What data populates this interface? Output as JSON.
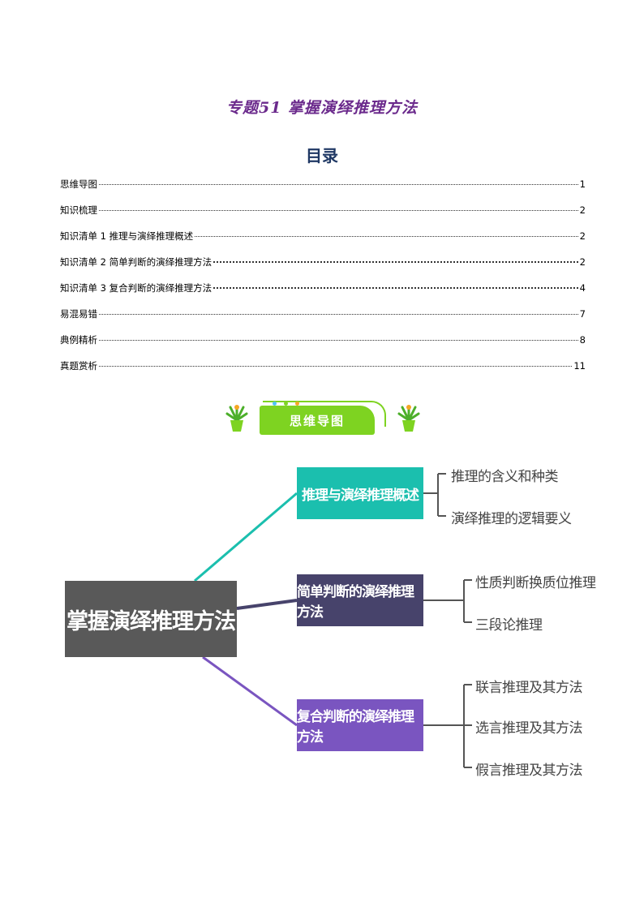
{
  "document": {
    "title": "专题51 掌握演绎推理方法",
    "toc_heading": "目录"
  },
  "toc": [
    {
      "label": "思维导图",
      "page": "1"
    },
    {
      "label": "知识梳理",
      "page": "2"
    },
    {
      "label": "知识清单 1 推理与演绎推理概述",
      "page": "2"
    },
    {
      "label": "知识清单 2 简单判断的演绎推理方法",
      "page": "2"
    },
    {
      "label": "知识清单 3 复合判断的演绎推理方法",
      "page": "4"
    },
    {
      "label": "易混易错",
      "page": "7"
    },
    {
      "label": "典例精析",
      "page": "8"
    },
    {
      "label": "真题赏析",
      "page": "11"
    }
  ],
  "banner": {
    "label": "思维导图",
    "accent_color": "#7ed321",
    "icon": "potted-plant-icon"
  },
  "mindmap": {
    "root": "掌握演绎推理方法",
    "branches": [
      {
        "label": "推理与演绎推理概述",
        "color": "#1bbfae",
        "leaves": [
          "推理的含义和种类",
          "演绎推理的逻辑要义"
        ]
      },
      {
        "label": "简单判断的演绎推理方法",
        "color": "#47436b",
        "leaves": [
          "性质判断换质位推理",
          "三段论推理"
        ]
      },
      {
        "label": "复合判断的演绎推理方法",
        "color": "#7a55c0",
        "leaves": [
          "联言推理及其方法",
          "选言推理及其方法",
          "假言推理及其方法"
        ]
      }
    ]
  }
}
